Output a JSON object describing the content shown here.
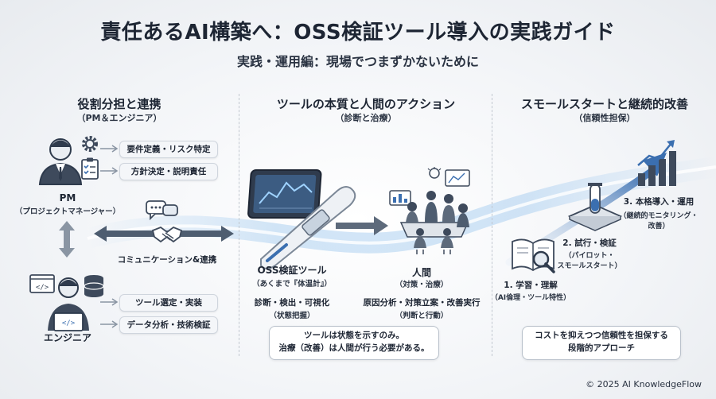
{
  "title": "責任あるAI構築へ：OSS検証ツール導入の実践ガイド",
  "subtitle": "実践・運用編：現場でつまずかないために",
  "sections": {
    "roles": {
      "title": "役割分担と連携",
      "subtitle": "（PM＆エンジニア）",
      "pm_pills": [
        "要件定義・リスク特定",
        "方針決定・説明責任"
      ],
      "pm_label": "PM",
      "pm_sub": "（プロジェクトマネージャー）",
      "comm_label": "コミュニケーション&連携",
      "eng_pills": [
        "ツール選定・実装",
        "データ分析・技術検証"
      ],
      "eng_label": "エンジニア"
    },
    "essence": {
      "title": "ツールの本質と人間のアクション",
      "subtitle": "（診断と治療）",
      "tool_label": "OSS検証ツール",
      "tool_sub": "（あくまで『体温計』）",
      "tool_desc": "診断・検出・可視化",
      "tool_desc_sub": "（状態把握）",
      "human_label": "人間",
      "human_sub": "（対策・治療）",
      "human_desc": "原因分析・対策立案・改善実行",
      "human_desc_sub": "（判断と行動）",
      "note_line1": "ツールは状態を示すのみ。",
      "note_line2": "治療（改善）は人間が行う必要がある。"
    },
    "steps": {
      "title": "スモールスタートと継続的改善",
      "subtitle": "（信頼性担保）",
      "step3": "3. 本格導入・運用",
      "step3_sub1": "（継続的モニタリング・",
      "step3_sub2": "改善）",
      "step2": "2. 試行・検証",
      "step2_sub1": "（パイロット・",
      "step2_sub2": "スモールスタート）",
      "step1": "1. 学習・理解",
      "step1_sub": "（AI倫理・ツール特性）",
      "note_line1": "コストを抑えつつ信頼性を担保する",
      "note_line2": "段階的アプローチ"
    }
  },
  "footer": "© 2025 AI KnowledgeFlow",
  "colors": {
    "accent": "#3b6fb0",
    "dark": "#2f3b4d",
    "arrow": "#5d6a7b"
  }
}
